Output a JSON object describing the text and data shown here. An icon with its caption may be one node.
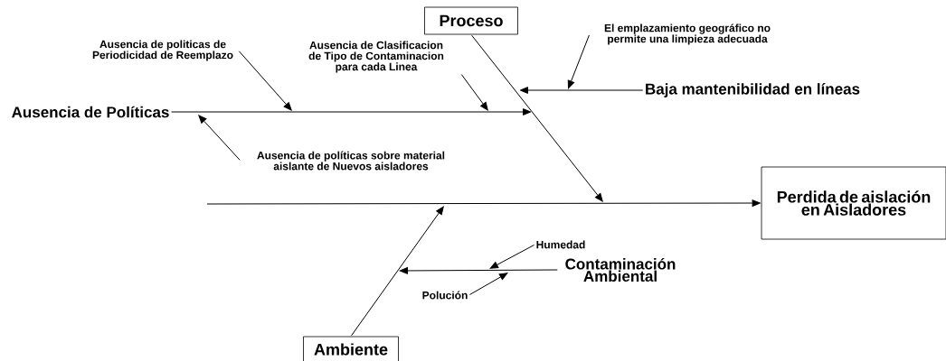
{
  "diagram": {
    "nodes": [
      {
        "text": [
          "Proceso"
        ]
      },
      {
        "text": [
          "Ambiente"
        ]
      },
      {
        "text": [
          "Perdida de aislación en Aisladores"
        ]
      },
      {
        "text": [
          "Ausencia de Políticas"
        ]
      },
      {
        "text": [
          "Baja mantenibilidad en líneas"
        ]
      },
      {
        "text": [
          "Contaminación Ambiental"
        ]
      },
      {
        "text": [
          "Ausencia de politicas de Periodicidad de Reemplazo"
        ]
      },
      {
        "text": [
          "Ausencia de Clasificacion de Tipo de Contaminacion para cada Linea"
        ]
      },
      {
        "text": [
          "Ausencia de políticas sobre material aislante de Nuevos aisladores"
        ]
      },
      {
        "text": [
          "El emplazamiento geográfico no permite una limpieza adecuada"
        ]
      },
      {
        "text": [
          "Humedad"
        ]
      },
      {
        "text": [
          "Polución"
        ]
      }
    ],
    "edges": [
      {
        "from": 0,
        "to": null,
        "arrow": "to"
      },
      {
        "from": 1,
        "to": null,
        "arrow": "to"
      },
      {
        "from": null,
        "to": 2,
        "arrow": "to"
      },
      {
        "from": 3,
        "to": null,
        "arrow": "to"
      },
      {
        "from": 4,
        "to": null,
        "arrow": "to"
      },
      {
        "from": 5,
        "to": null,
        "arrow": "to"
      },
      {
        "from": 6,
        "to": null,
        "arrow": "to"
      },
      {
        "from": 7,
        "to": null,
        "arrow": "to"
      },
      {
        "from": 8,
        "to": null,
        "arrow": "to"
      },
      {
        "from": 9,
        "to": null,
        "arrow": "to"
      },
      {
        "from": 10,
        "to": null,
        "arrow": "to"
      },
      {
        "from": 11,
        "to": null,
        "arrow": "to"
      }
    ]
  }
}
